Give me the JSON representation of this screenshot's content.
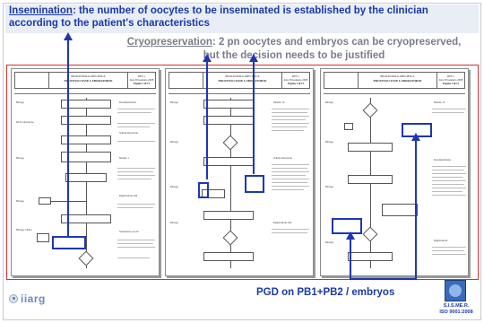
{
  "annotations": {
    "insemination_label": "Insemination",
    "insemination_text": ": the number of oocytes to be inseminated is established by the clinician according to the patient's characteristics",
    "cryo_label": "Cryopreservation",
    "cryo_text": ": 2 pn oocytes and embryos can be cryopreserved, but the decision needs to be justified",
    "pgd_text": "PGD on PB1+PB2 / embryos"
  },
  "document_pages": [
    {
      "title_line1": "PROCEDURA SPECIFICA",
      "title_line2": "PROCESSO FASE LABORATORIO",
      "rev": "REV.1",
      "date": "data 30 Gennaio 2008",
      "page": "Pagina 1 di 11"
    },
    {
      "title_line1": "PROCEDURA SPECIFICA",
      "title_line2": "PROCESSO FASE LABORATORIO",
      "rev": "REV.1",
      "date": "data 30 Gennaio 2008",
      "page": "Pagina 2 di 11"
    },
    {
      "title_line1": "PROCEDURA SPECIFICA",
      "title_line2": "PROCESSO FASE LABORATORIO",
      "rev": "REV.1",
      "date": "data 30 Gennaio 2008",
      "page": "Pagina 3 di 11"
    }
  ],
  "logos": {
    "left_logo_text": "iiarg",
    "right_logo_line1": "S.I.S.ME.R.",
    "right_logo_line2": "ISO 9001:2008"
  },
  "colors": {
    "annotation_blue": "#1a3aa8",
    "annotation_gray": "#7c7c8a",
    "frame_red": "#d23030",
    "highlight_blue": "#1d36b8"
  }
}
